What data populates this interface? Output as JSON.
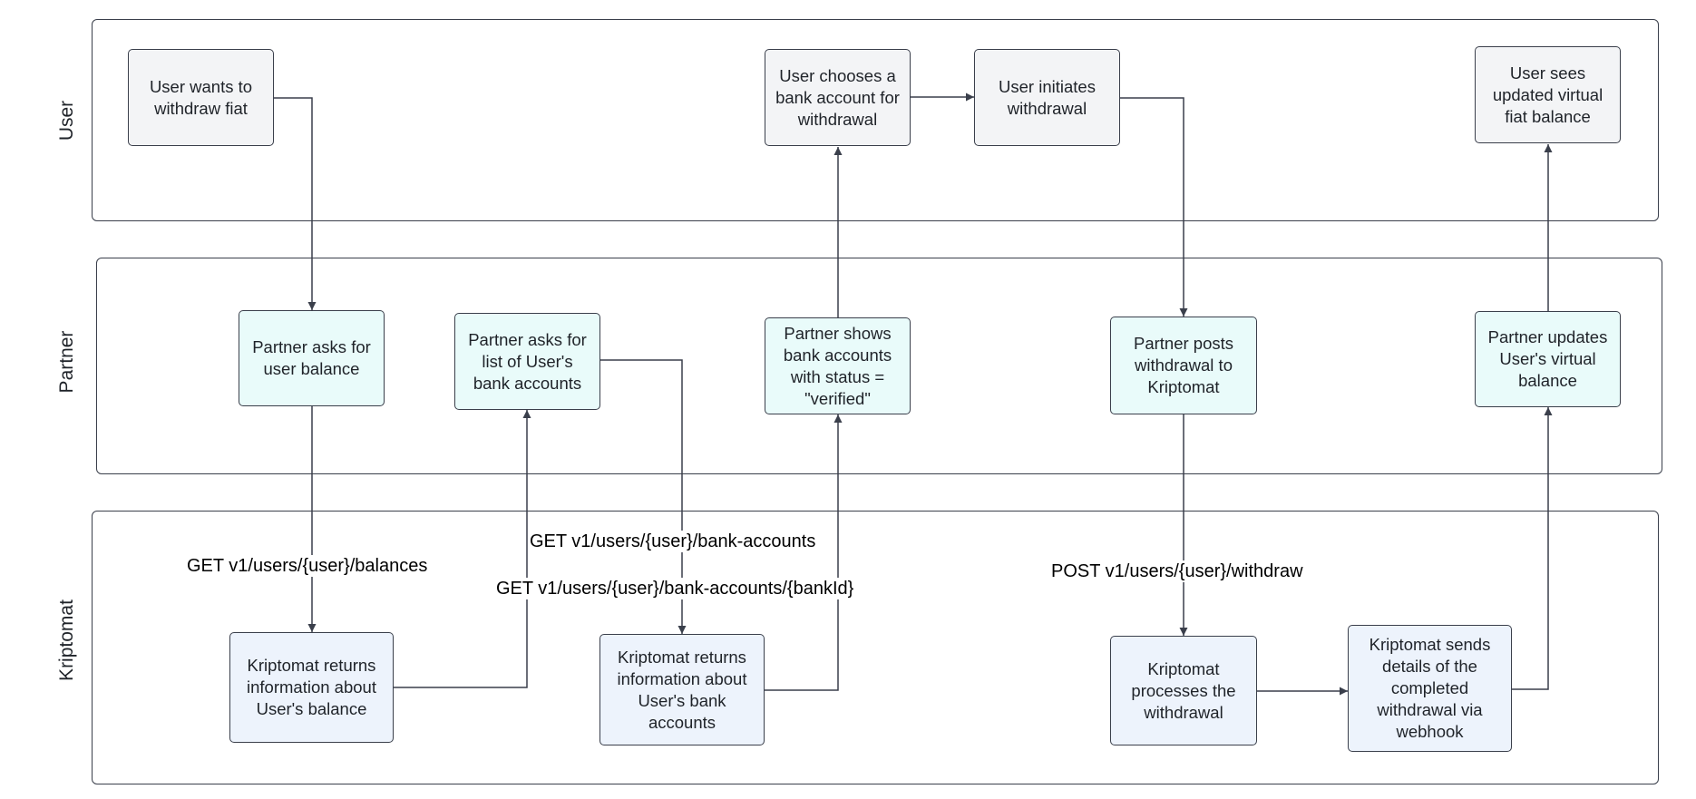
{
  "lanes": {
    "user": "User",
    "partner": "Partner",
    "kriptomat": "Kriptomat"
  },
  "nodes": {
    "user_withdraw": "User wants to\nwithdraw fiat",
    "user_choose": "User chooses a\nbank account for\nwithdrawal",
    "user_initiate": "User initiates\nwithdrawal",
    "user_sees": "User sees\nupdated virtual\nfiat balance",
    "partner_balance": "Partner asks for\nuser balance",
    "partner_list": "Partner asks for\nlist of User's\nbank accounts",
    "partner_shows": "Partner shows\nbank accounts\nwith status =\n\"verified\"",
    "partner_posts": "Partner posts\nwithdrawal to\nKriptomat",
    "partner_updates": "Partner updates\nUser's virtual\nbalance",
    "krip_balance": "Kriptomat returns\ninformation about\nUser's balance",
    "krip_accounts": "Kriptomat returns\ninformation about\nUser's bank\naccounts",
    "krip_processes": "Kriptomat\nprocesses the\nwithdrawal",
    "krip_sends": "Kriptomat sends\ndetails of the\ncompleted\nwithdrawal via\nwebhook"
  },
  "api_labels": {
    "balances": "GET v1/users/{user}/balances",
    "bank_accounts": "GET v1/users/{user}/bank-accounts",
    "bank_account_id": "GET v1/users/{user}/bank-accounts/{bankId}",
    "withdraw": "POST v1/users/{user}/withdraw"
  },
  "colors": {
    "stroke": "#3a3f4b",
    "user_fill": "#f3f4f6",
    "partner_fill": "#e9fbfa",
    "kriptomat_fill": "#edf3fc"
  }
}
